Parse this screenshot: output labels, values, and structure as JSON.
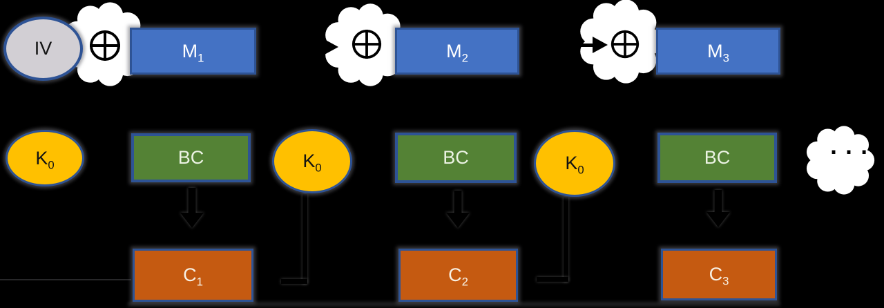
{
  "title": "Block cipher CBC-style encryption diagram",
  "colors": {
    "background": "#000000",
    "message_fill": "#4472C4",
    "block_cipher_fill": "#548235",
    "ciphertext_fill": "#C55A11",
    "key_fill": "#FFC000",
    "iv_fill": "#D2CFD4",
    "shape_border": "#2E5395",
    "blob_fill": "#FFFFFF",
    "connector": "#000000"
  },
  "icons": {
    "xor": "⊕",
    "arrowhead": "►",
    "down_arrow": "▼"
  },
  "nodes": {
    "iv": {
      "label": "IV"
    },
    "keys": [
      {
        "base": "K",
        "sub": "0"
      },
      {
        "base": "K",
        "sub": "0"
      },
      {
        "base": "K",
        "sub": "0"
      }
    ],
    "messages": [
      {
        "base": "M",
        "sub": "1"
      },
      {
        "base": "M",
        "sub": "2"
      },
      {
        "base": "M",
        "sub": "3"
      }
    ],
    "block_ciphers": [
      {
        "label": "BC"
      },
      {
        "label": "BC"
      },
      {
        "label": "BC"
      }
    ],
    "ciphertexts": [
      {
        "base": "C",
        "sub": "1"
      },
      {
        "base": "C",
        "sub": "2"
      },
      {
        "base": "C",
        "sub": "3"
      }
    ],
    "ellipsis": "...."
  }
}
